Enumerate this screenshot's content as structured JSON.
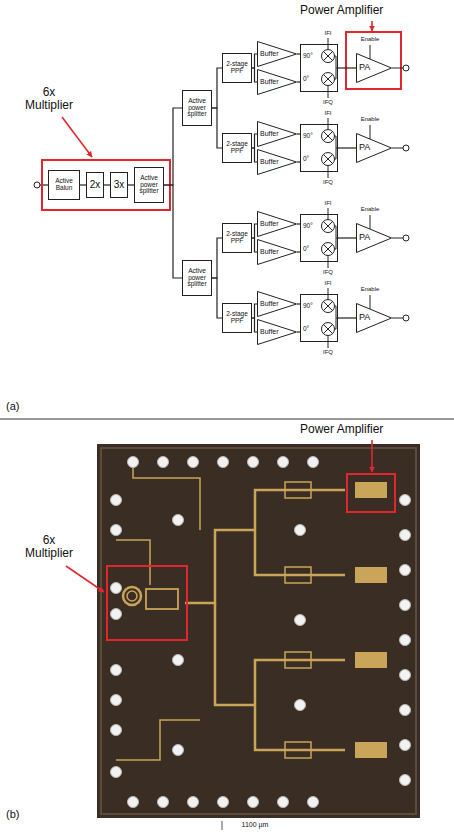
{
  "diagram": {
    "nodes": [
      {
        "text": [
          "Active Balun"
        ]
      },
      {
        "text": [
          "2x"
        ]
      },
      {
        "text": [
          "3x"
        ]
      },
      {
        "text": [
          "Active power splitter"
        ]
      },
      {
        "text": [
          "Active power splitter"
        ]
      },
      {
        "text": [
          "Active power splitter"
        ]
      },
      {
        "text": [
          "2-stage PPF"
        ]
      },
      {
        "text": [
          "Buffer"
        ]
      },
      {
        "text": [
          "Buffer"
        ]
      },
      {
        "text": [
          "90°",
          "0°"
        ]
      },
      {
        "text": [
          "PA"
        ]
      },
      {
        "text": [
          "2-stage PPF"
        ]
      },
      {
        "text": [
          "Buffer"
        ]
      },
      {
        "text": [
          "Buffer"
        ]
      },
      {
        "text": [
          "90°",
          "0°"
        ]
      },
      {
        "text": [
          "PA"
        ]
      },
      {
        "text": [
          "2-stage PPF"
        ]
      },
      {
        "text": [
          "Buffer"
        ]
      },
      {
        "text": [
          "Buffer"
        ]
      },
      {
        "text": [
          "90°",
          "0°"
        ]
      },
      {
        "text": [
          "PA"
        ]
      },
      {
        "text": [
          "2-stage PPF"
        ]
      },
      {
        "text": [
          "Buffer"
        ]
      },
      {
        "text": [
          "Buffer"
        ]
      },
      {
        "text": [
          "90°",
          "0°"
        ]
      },
      {
        "text": [
          "PA"
        ]
      }
    ],
    "edges": [
      {
        "from": 0,
        "to": 1,
        "arrow": "none"
      },
      {
        "from": 1,
        "to": 2,
        "arrow": "none"
      },
      {
        "from": 2,
        "to": 3,
        "arrow": "none"
      },
      {
        "from": 3,
        "to": 4,
        "arrow": "none"
      },
      {
        "from": 3,
        "to": 5,
        "arrow": "none"
      },
      {
        "from": 4,
        "to": 6,
        "arrow": "none"
      },
      {
        "from": 4,
        "to": 11,
        "arrow": "none"
      },
      {
        "from": 5,
        "to": 16,
        "arrow": "none"
      },
      {
        "from": 5,
        "to": 21,
        "arrow": "none"
      },
      {
        "from": 6,
        "to": 7,
        "arrow": "none"
      },
      {
        "from": 6,
        "to": 8,
        "arrow": "none"
      },
      {
        "from": 7,
        "to": 9,
        "arrow": "none"
      },
      {
        "from": 8,
        "to": 9,
        "arrow": "none"
      },
      {
        "from": 9,
        "to": 10,
        "arrow": "none"
      },
      {
        "from": 11,
        "to": 12,
        "arrow": "none"
      },
      {
        "from": 11,
        "to": 13,
        "arrow": "none"
      },
      {
        "from": 12,
        "to": 14,
        "arrow": "none"
      },
      {
        "from": 13,
        "to": 14,
        "arrow": "none"
      },
      {
        "from": 14,
        "to": 15,
        "arrow": "none"
      },
      {
        "from": 16,
        "to": 17,
        "arrow": "none"
      },
      {
        "from": 16,
        "to": 18,
        "arrow": "none"
      },
      {
        "from": 17,
        "to": 19,
        "arrow": "none"
      },
      {
        "from": 18,
        "to": 19,
        "arrow": "none"
      },
      {
        "from": 19,
        "to": 20,
        "arrow": "none"
      },
      {
        "from": 21,
        "to": 22,
        "arrow": "none"
      },
      {
        "from": 21,
        "to": 23,
        "arrow": "none"
      },
      {
        "from": 22,
        "to": 24,
        "arrow": "none"
      },
      {
        "from": 23,
        "to": 24,
        "arrow": "none"
      },
      {
        "from": 24,
        "to": 25,
        "arrow": "none"
      }
    ],
    "labels": [
      "Power Amplifier",
      "6x Multiplier",
      "IFI",
      "IFQ",
      "Enable",
      "IFI",
      "IFQ",
      "Enable",
      "IFI",
      "IFQ",
      "Enable",
      "IFI",
      "IFQ",
      "Enable",
      "(a)",
      "Power Amplifier",
      "6x Multiplier",
      "1100 µm",
      "(b)"
    ]
  }
}
